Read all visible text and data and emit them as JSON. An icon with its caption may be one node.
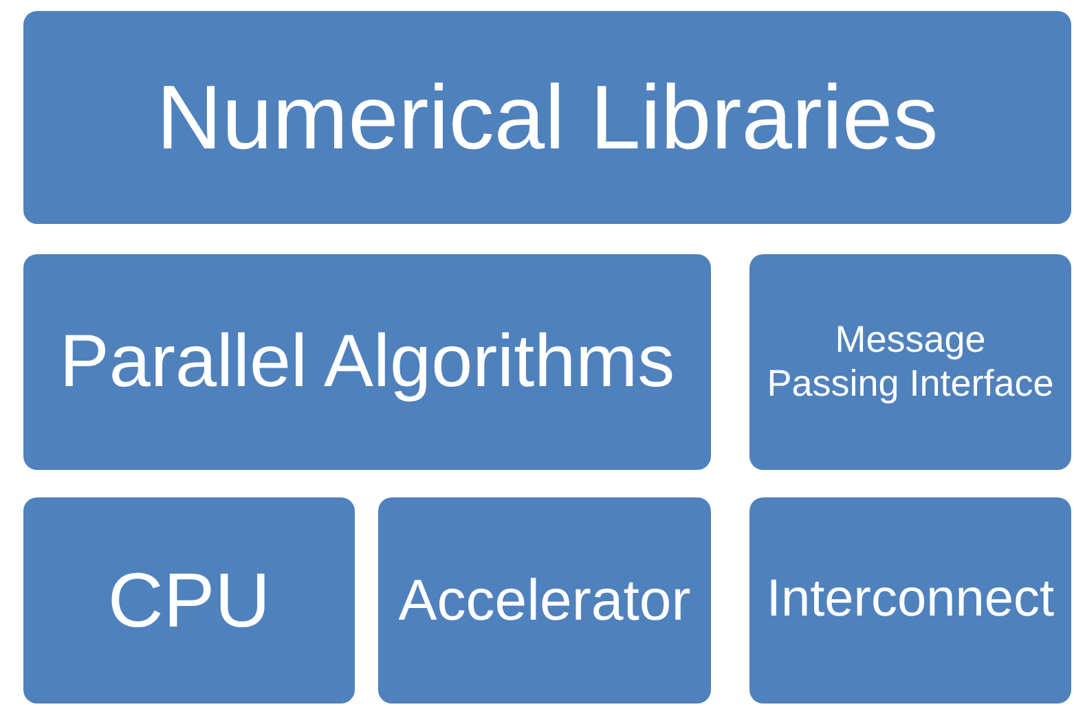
{
  "diagram": {
    "nodes": [
      {
        "text": [
          "Numerical Libraries"
        ]
      },
      {
        "text": [
          "Parallel Algorithms"
        ]
      },
      {
        "text": [
          "Message Passing Interface"
        ]
      },
      {
        "text": [
          "CPU"
        ]
      },
      {
        "text": [
          "Accelerator"
        ]
      },
      {
        "text": [
          "Interconnect"
        ]
      }
    ]
  }
}
